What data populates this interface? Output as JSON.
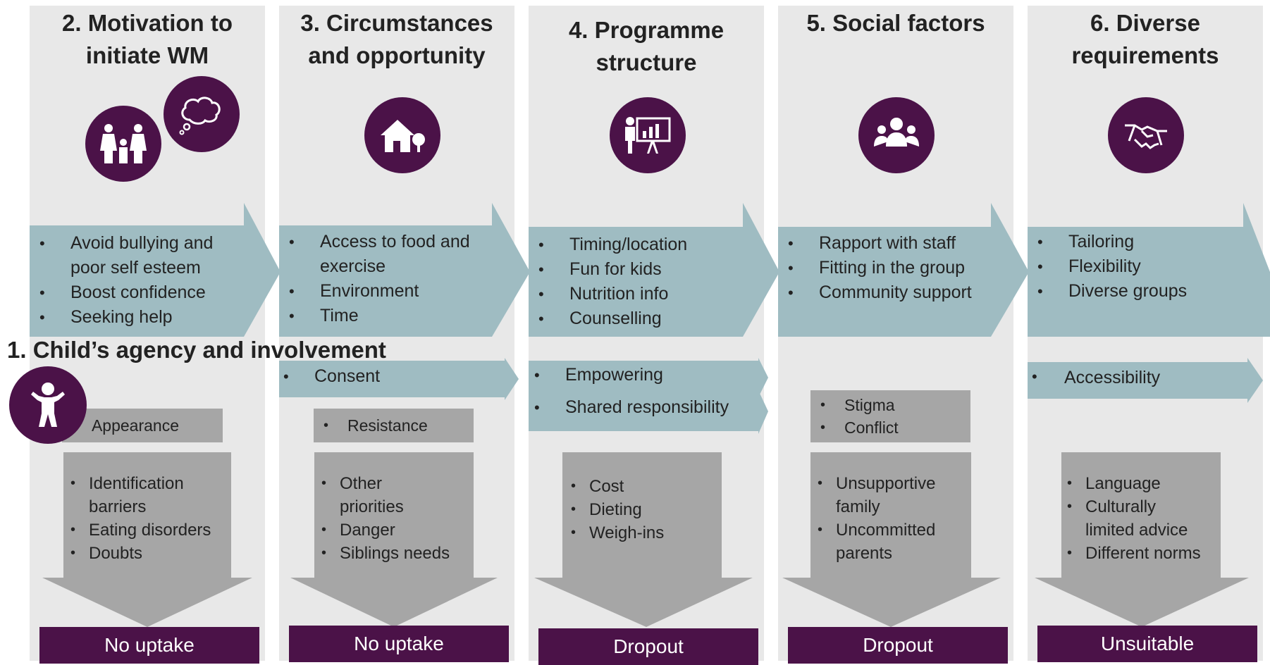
{
  "colors": {
    "purple": "#4b1248",
    "teal": "#9fbcc2",
    "panel": "#e8e8e8",
    "gray": "#a6a6a6"
  },
  "columns": [
    {
      "title_line1": "2. Motivation to",
      "title_line2": "initiate WM",
      "icon": "family-thought-icon",
      "facilitators": [
        "Avoid bullying and",
        "poor self esteem",
        "Boost confidence",
        "Seeking help"
      ],
      "barriers": [
        "Identification",
        "barriers",
        "Eating disorders",
        "Doubts"
      ],
      "outcome": "No uptake"
    },
    {
      "title_line1": "3. Circumstances",
      "title_line2": "and opportunity",
      "icon": "house-tree-icon",
      "facilitators": [
        "Access to food and",
        "exercise",
        "Environment",
        "Time"
      ],
      "barriers": [
        "Other",
        "priorities",
        "Danger",
        "Siblings needs"
      ],
      "outcome": "No uptake"
    },
    {
      "title_line1": "4. Programme",
      "title_line2": "structure",
      "icon": "presentation-icon",
      "facilitators": [
        "Timing/location",
        "Fun for kids",
        "Nutrition info",
        "Counselling"
      ],
      "barriers": [
        "Cost",
        "Dieting",
        "Weigh-ins"
      ],
      "outcome": "Dropout"
    },
    {
      "title_line1": "5. Social factors",
      "title_line2": "",
      "icon": "group-icon",
      "facilitators": [
        "Rapport with staff",
        "Fitting in the group",
        "Community support"
      ],
      "barriers": [
        "Unsupportive",
        "family",
        "Uncommitted",
        "parents"
      ],
      "outcome": "Dropout"
    },
    {
      "title_line1": "6. Diverse",
      "title_line2": "requirements",
      "icon": "handshake-icon",
      "facilitators": [
        "Tailoring",
        "Flexibility",
        "Diverse groups"
      ],
      "barriers": [
        "Language",
        "Culturally",
        "limited advice",
        "Different norms"
      ],
      "outcome": "Unsuitable"
    }
  ],
  "agency": {
    "title": "1. Child’s agency and involvement",
    "icon": "child-icon",
    "appearance": "Appearance",
    "consent": "Consent",
    "resistance": "Resistance",
    "empowering": "Empowering",
    "shared": "Shared responsibility",
    "stigma": "Stigma",
    "conflict": "Conflict",
    "accessibility": "Accessibility"
  }
}
